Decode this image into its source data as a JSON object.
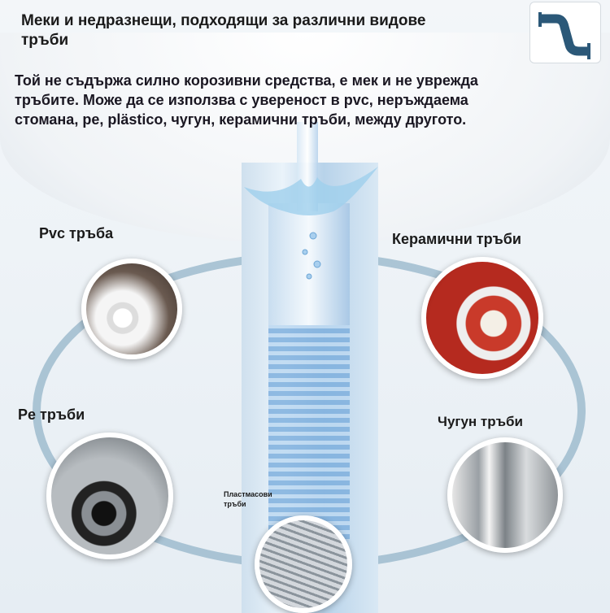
{
  "title": "Меки и недразнещи, подходящи за различни видове тръби",
  "description": "Той не съдържа силно корозивни средства, е мек и не уврежда тръбите. Може да се използва с увереност в pvc, неръждаема стомана, pe, plästico, чугун, керамични тръби, между другото.",
  "labels": {
    "pvc": "Pvc тръба",
    "ceramic": "Керамични тръби",
    "pe": "Pe тръби",
    "cast_iron": "Чугун тръби",
    "plastic": "Пластмасови тръби"
  },
  "colors": {
    "logo_pipe": "#2b5878",
    "ring": "#8fb0c6"
  }
}
